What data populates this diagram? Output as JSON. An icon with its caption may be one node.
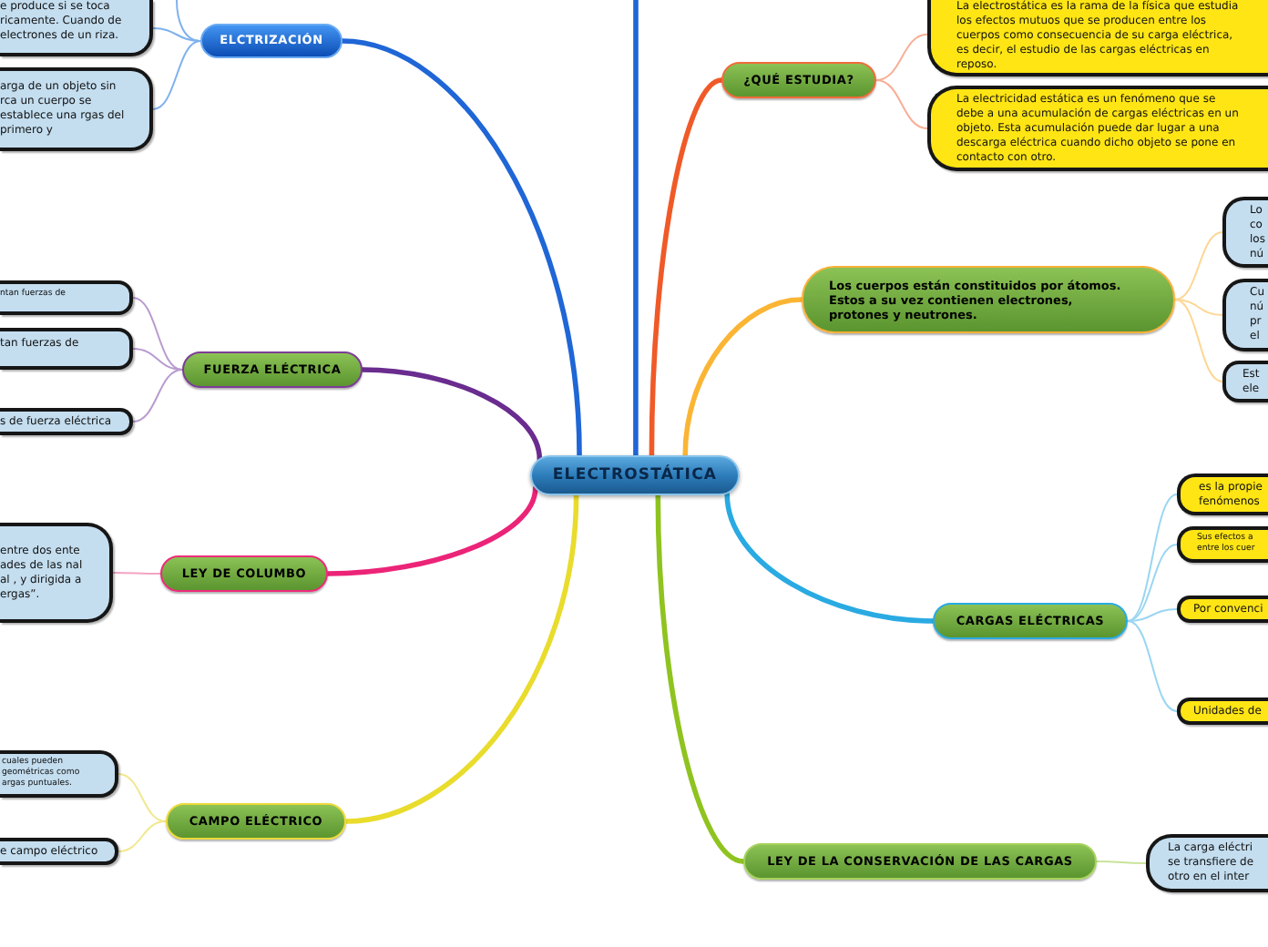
{
  "diagram": {
    "nodes": [
      {
        "text": [
          "ELECTROSTÁTICA"
        ]
      },
      {
        "text": [
          "ELCTRIZACIÓN"
        ]
      },
      {
        "text": [
          "e produce si se toca ricamente. Cuando de electrones de un riza."
        ]
      },
      {
        "text": [
          "arga de un objeto sin rca un cuerpo se establece una rgas del primero y"
        ]
      },
      {
        "text": [
          "FUERZA ELÉCTRICA"
        ]
      },
      {
        "text": [
          "ntan fuerzas de"
        ]
      },
      {
        "text": [
          "tan fuerzas de"
        ]
      },
      {
        "text": [
          "s de fuerza eléctrica"
        ]
      },
      {
        "text": [
          "LEY DE COLUMBO"
        ]
      },
      {
        "text": [
          "entre dos ente ades de las nal al , y dirigida a ergas”."
        ]
      },
      {
        "text": [
          "CAMPO ELÉCTRICO"
        ]
      },
      {
        "text": [
          "cuales pueden geométricas como argas puntuales."
        ]
      },
      {
        "text": [
          "e campo eléctrico"
        ]
      },
      {
        "text": [
          "¿QUÉ ESTUDIA?"
        ]
      },
      {
        "text": [
          "La electrostática es la rama de la física que estudia los efectos mutuos que se producen entre los cuerpos como consecuencia de su carga eléctrica, es decir, el estudio de las cargas eléctricas en reposo."
        ]
      },
      {
        "text": [
          "La electricidad estática es un fenómeno que se debe a una acumulación de cargas eléctricas en un objeto. Esta acumulación puede dar lugar a una descarga eléctrica cuando dicho objeto se pone en contacto con otro."
        ]
      },
      {
        "text": [
          "Los cuerpos están constituidos por átomos. Estos a su vez contienen electrones, protones y neutrones."
        ]
      },
      {
        "text": [
          "Lo co los nú"
        ]
      },
      {
        "text": [
          "Cu nú pr el"
        ]
      },
      {
        "text": [
          "Est ele"
        ]
      },
      {
        "text": [
          "CARGAS ELÉCTRICAS"
        ]
      },
      {
        "text": [
          "es la propie fenómenos"
        ]
      },
      {
        "text": [
          "Sus efectos a entre los cuer"
        ]
      },
      {
        "text": [
          "Por convenci"
        ]
      },
      {
        "text": [
          "Unidades de"
        ]
      },
      {
        "text": [
          "LEY DE LA CONSERVACIÓN DE LAS CARGAS"
        ]
      },
      {
        "text": [
          "La carga eléctri se transfiere de otro en el inter"
        ]
      }
    ],
    "edges": [
      {
        "from": 0,
        "to": null,
        "arrow": "none",
        "style": "thick",
        "color": "#1f66d6"
      },
      {
        "from": 0,
        "to": 1,
        "arrow": "none",
        "style": "thick",
        "color": "#1f66d6"
      },
      {
        "from": 1,
        "to": 2,
        "arrow": "none",
        "color": "#7eb1ee"
      },
      {
        "from": 1,
        "to": 3,
        "arrow": "none",
        "color": "#7eb1ee"
      },
      {
        "from": 1,
        "to": null,
        "arrow": "none",
        "color": "#7eb1ee"
      },
      {
        "from": 0,
        "to": 4,
        "arrow": "none",
        "style": "thick",
        "color": "#6a2c8f"
      },
      {
        "from": 4,
        "to": 5,
        "arrow": "none",
        "color": "#b99bcf"
      },
      {
        "from": 4,
        "to": 6,
        "arrow": "none",
        "color": "#b99bcf"
      },
      {
        "from": 4,
        "to": 7,
        "arrow": "none",
        "color": "#b99bcf"
      },
      {
        "from": 0,
        "to": 8,
        "arrow": "none",
        "style": "thick",
        "color": "#ec2478"
      },
      {
        "from": 8,
        "to": 9,
        "arrow": "none",
        "color": "#f4a3c4"
      },
      {
        "from": 0,
        "to": 10,
        "arrow": "none",
        "style": "thick",
        "color": "#e9dc2c"
      },
      {
        "from": 10,
        "to": 11,
        "arrow": "none",
        "color": "#f1e890"
      },
      {
        "from": 10,
        "to": 12,
        "arrow": "none",
        "color": "#f1e890"
      },
      {
        "from": 0,
        "to": 13,
        "arrow": "none",
        "style": "thick",
        "color": "#f05a28"
      },
      {
        "from": 13,
        "to": 14,
        "arrow": "none",
        "color": "#f8ae96"
      },
      {
        "from": 13,
        "to": 15,
        "arrow": "none",
        "color": "#f8ae96"
      },
      {
        "from": 0,
        "to": 16,
        "arrow": "none",
        "style": "thick",
        "color": "#fbb534"
      },
      {
        "from": 16,
        "to": 17,
        "arrow": "none",
        "color": "#fdd692"
      },
      {
        "from": 16,
        "to": 18,
        "arrow": "none",
        "color": "#fdd692"
      },
      {
        "from": 16,
        "to": 19,
        "arrow": "none",
        "color": "#fdd692"
      },
      {
        "from": 0,
        "to": 20,
        "arrow": "none",
        "style": "thick",
        "color": "#2aaae2"
      },
      {
        "from": 20,
        "to": 21,
        "arrow": "none",
        "color": "#9ad6f1"
      },
      {
        "from": 20,
        "to": 22,
        "arrow": "none",
        "color": "#9ad6f1"
      },
      {
        "from": 20,
        "to": 23,
        "arrow": "none",
        "color": "#9ad6f1"
      },
      {
        "from": 20,
        "to": 24,
        "arrow": "none",
        "color": "#9ad6f1"
      },
      {
        "from": 0,
        "to": 25,
        "arrow": "none",
        "style": "thick",
        "color": "#8fc31f"
      },
      {
        "from": 25,
        "to": 26,
        "arrow": "none",
        "color": "#c9e39a"
      }
    ]
  }
}
